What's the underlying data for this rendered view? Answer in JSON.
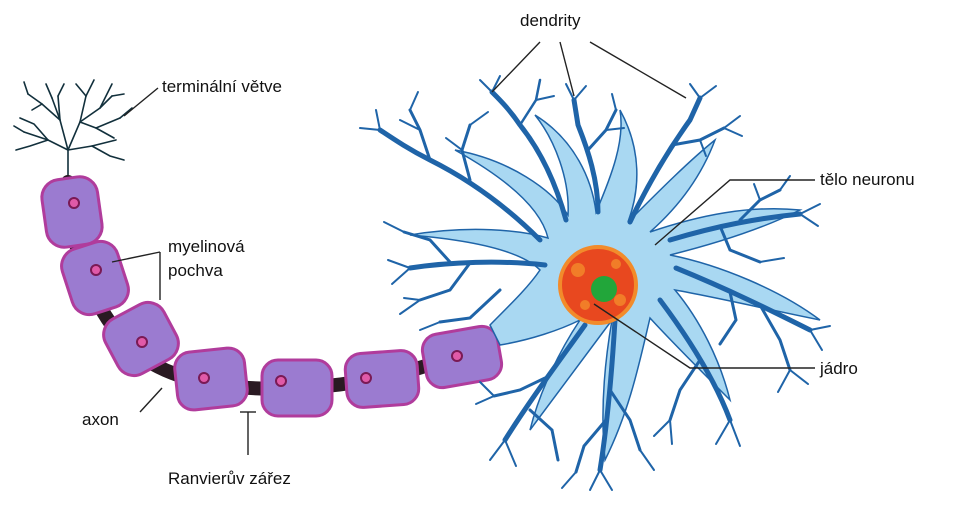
{
  "labels": {
    "dendrites": "dendrity",
    "terminal_branches": "terminální větve",
    "myelin_sheath_line1": "myelinová",
    "myelin_sheath_line2": "pochva",
    "cell_body": "tělo neuronu",
    "nucleus": "jádro",
    "axon": "axon",
    "node_of_ranvier": "Ranvierův zářez"
  },
  "colors": {
    "soma_fill": "#a9d8f2",
    "dendrite_stroke": "#1f64a8",
    "myelin_fill": "#9b7bd0",
    "myelin_stroke": "#b03c9c",
    "axon_core": "#2a1a22",
    "nucleus_fill": "#e8481f",
    "nucleus_ring": "#f28b2b",
    "nucleolus_fill": "#22a63a",
    "terminal_stroke": "#12303c"
  }
}
